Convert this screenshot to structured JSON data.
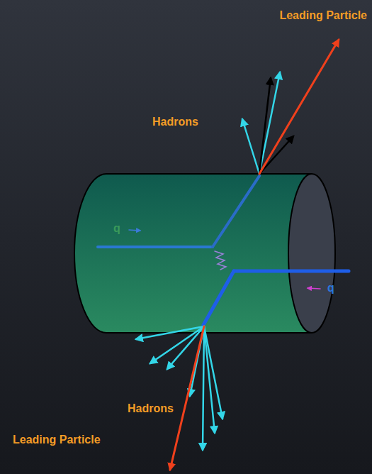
{
  "diagram": {
    "labels": [
      "Leading Particle",
      "Hadrons",
      "q",
      "q",
      "Hadrons",
      "Leading Particle"
    ]
  }
}
